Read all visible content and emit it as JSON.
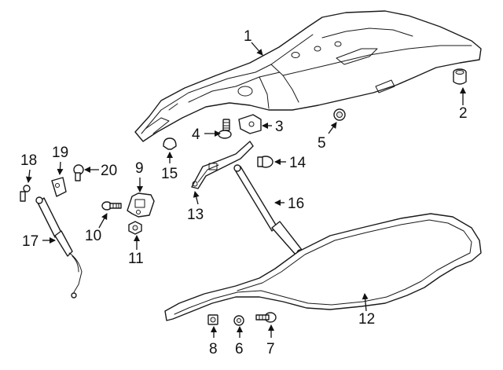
{
  "diagram": {
    "callouts": [
      {
        "id": "c1",
        "label": "1",
        "part": "trunk-lid"
      },
      {
        "id": "c2",
        "label": "2",
        "part": "bump-stop"
      },
      {
        "id": "c3",
        "label": "3",
        "part": "hinge-clip"
      },
      {
        "id": "c4",
        "label": "4",
        "part": "hinge-bolt"
      },
      {
        "id": "c5",
        "label": "5",
        "part": "plug"
      },
      {
        "id": "c6",
        "label": "6",
        "part": "washer"
      },
      {
        "id": "c7",
        "label": "7",
        "part": "bolt"
      },
      {
        "id": "c8",
        "label": "8",
        "part": "nut"
      },
      {
        "id": "c9",
        "label": "9",
        "part": "latch-bracket"
      },
      {
        "id": "c10",
        "label": "10",
        "part": "screw"
      },
      {
        "id": "c11",
        "label": "11",
        "part": "nut"
      },
      {
        "id": "c12",
        "label": "12",
        "part": "weatherstrip"
      },
      {
        "id": "c13",
        "label": "13",
        "part": "hinge"
      },
      {
        "id": "c14",
        "label": "14",
        "part": "stop"
      },
      {
        "id": "c15",
        "label": "15",
        "part": "clip"
      },
      {
        "id": "c16",
        "label": "16",
        "part": "lift-support"
      },
      {
        "id": "c17",
        "label": "17",
        "part": "power-strut"
      },
      {
        "id": "c18",
        "label": "18",
        "part": "ball-stud"
      },
      {
        "id": "c19",
        "label": "19",
        "part": "bracket"
      },
      {
        "id": "c20",
        "label": "20",
        "part": "bolt"
      }
    ]
  }
}
